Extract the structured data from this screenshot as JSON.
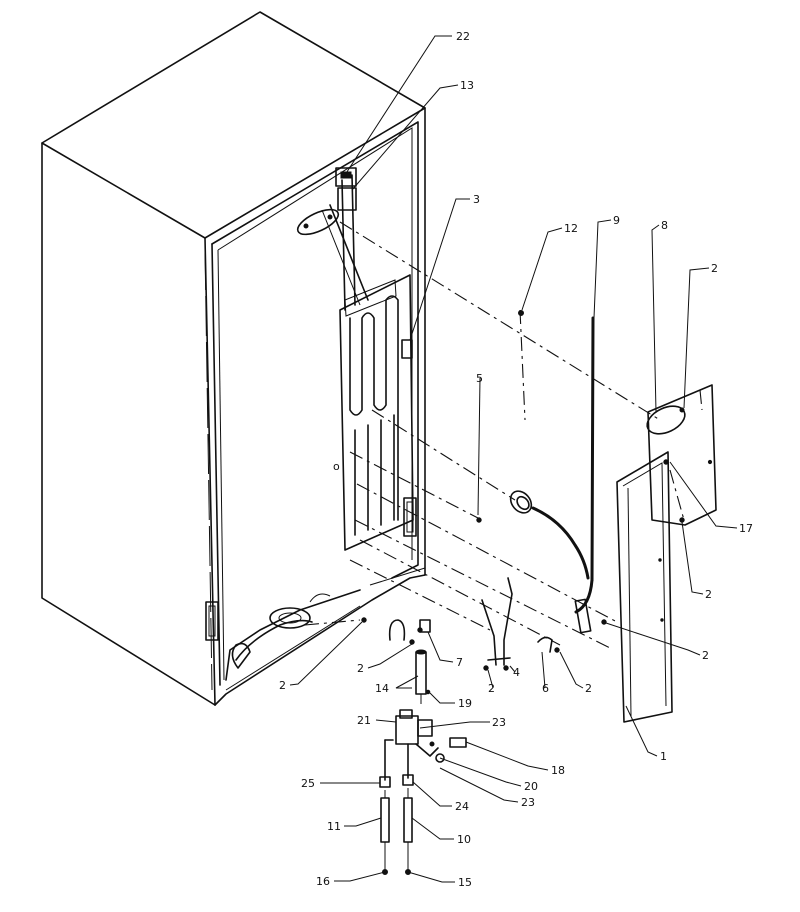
{
  "diagram": {
    "callouts": [
      {
        "id": "c22",
        "label": "22"
      },
      {
        "id": "c13",
        "label": "13"
      },
      {
        "id": "c3",
        "label": "3"
      },
      {
        "id": "c12",
        "label": "12"
      },
      {
        "id": "c9",
        "label": "9"
      },
      {
        "id": "c8",
        "label": "8"
      },
      {
        "id": "c2a",
        "label": "2"
      },
      {
        "id": "c5",
        "label": "5"
      },
      {
        "id": "c17",
        "label": "17"
      },
      {
        "id": "c2b",
        "label": "2"
      },
      {
        "id": "c2c",
        "label": "2"
      },
      {
        "id": "c2d",
        "label": "2"
      },
      {
        "id": "c2e",
        "label": "2"
      },
      {
        "id": "c7",
        "label": "7"
      },
      {
        "id": "c4",
        "label": "4"
      },
      {
        "id": "c2f",
        "label": "2"
      },
      {
        "id": "c6",
        "label": "6"
      },
      {
        "id": "c2g",
        "label": "2"
      },
      {
        "id": "c14",
        "label": "14"
      },
      {
        "id": "c19",
        "label": "19"
      },
      {
        "id": "c21",
        "label": "21"
      },
      {
        "id": "c23a",
        "label": "23"
      },
      {
        "id": "c18",
        "label": "18"
      },
      {
        "id": "c20",
        "label": "20"
      },
      {
        "id": "c1",
        "label": "1"
      },
      {
        "id": "c25",
        "label": "25"
      },
      {
        "id": "c24",
        "label": "24"
      },
      {
        "id": "c23b",
        "label": "23"
      },
      {
        "id": "c11",
        "label": "11"
      },
      {
        "id": "c10",
        "label": "10"
      },
      {
        "id": "c16",
        "label": "16"
      },
      {
        "id": "c15",
        "label": "15"
      }
    ]
  }
}
